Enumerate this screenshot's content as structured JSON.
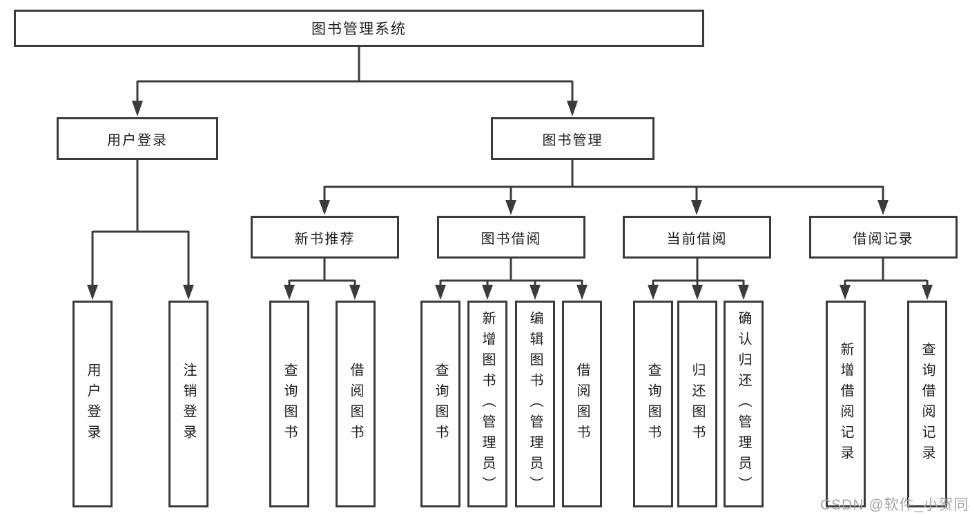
{
  "diagram": {
    "root": {
      "label": "图书管理系统"
    },
    "branches": [
      {
        "label": "用户登录",
        "children": [
          {
            "label": "用户登录"
          },
          {
            "label": "注销登录"
          }
        ]
      },
      {
        "label": "图书管理",
        "sections": [
          {
            "label": "新书推荐",
            "children": [
              {
                "label": "查询图书"
              },
              {
                "label": "借阅图书"
              }
            ]
          },
          {
            "label": "图书借阅",
            "children": [
              {
                "label": "查询图书"
              },
              {
                "label": "新增图书（管理员）"
              },
              {
                "label": "编辑图书（管理员）"
              },
              {
                "label": "借阅图书"
              }
            ]
          },
          {
            "label": "当前借阅",
            "children": [
              {
                "label": "查询图书"
              },
              {
                "label": "归还图书"
              },
              {
                "label": "确认归还（管理员）"
              }
            ]
          },
          {
            "label": "借阅记录",
            "children": [
              {
                "label": "新增借阅记录"
              },
              {
                "label": "查询借阅记录"
              }
            ]
          }
        ]
      }
    ]
  },
  "watermark": {
    "text": "CSDN @软件_小贺同学"
  },
  "colors": {
    "line": "#3b3b3b",
    "text": "#1e1e1e",
    "watermark": "#a6a6a6",
    "background": "#ffffff"
  }
}
